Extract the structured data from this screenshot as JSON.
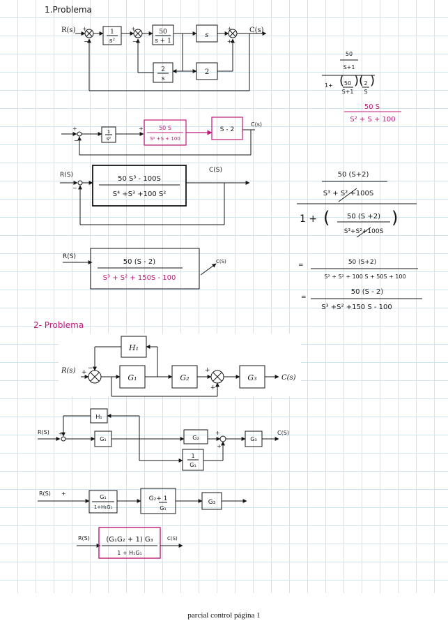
{
  "colors": {
    "ink": "#141414",
    "accent": "#c2187a",
    "grid": "#cfe3f1"
  },
  "problem1": {
    "title": "1.Problema",
    "original": {
      "input": "R(s)",
      "output": "C(s)",
      "block_inv_s2_num": "1",
      "block_inv_s2_den": "s²",
      "block_50_num": "50",
      "block_50_den": "s + 1",
      "block_s": "s",
      "block_2s_num": "2",
      "block_2s_den": "s",
      "block_2": "2"
    },
    "work_right": {
      "frac_num": "50",
      "frac_den": "S+1",
      "den_prefix": "1+",
      "den_f1_num": "50",
      "den_f1_den": "S+1",
      "den_f2_num": "2",
      "den_f2_den": "S",
      "result": "50 S",
      "result_den": "S² + S + 100"
    },
    "step2": {
      "output": "C(s)",
      "block_inv_s2_num": "1",
      "block_inv_s2_den": "s²",
      "block_50s_num": "50 S",
      "block_50s_den": "S² +S + 100",
      "block_s2": "S - 2"
    },
    "step3": {
      "input": "R(S)",
      "output": "C(S)",
      "num": "50 S³ - 100S",
      "den": "S⁴ +S³ +100 S²"
    },
    "work_mid": {
      "top_num": "50 (S+2)",
      "top_den": "S³ + S² +100S",
      "prefix": "1 +",
      "inner_num": "50 (S +2)",
      "inner_den": "S³+S²+100S"
    },
    "step4": {
      "input": "R(S)",
      "output": "C(S)",
      "num": "50 (S - 2)",
      "den": "S³ + S² + 150S - 100"
    },
    "work_bottom": {
      "eq1": "=",
      "r1_num": "50 (S+2)",
      "r1_den": "S³ + S² + 100 S + 50S + 100",
      "eq2": "=",
      "r2_num": "50 (S - 2)",
      "r2_den": "S³ +S² +150 S - 100"
    }
  },
  "problem2": {
    "title": "2- Problema",
    "original": {
      "input": "R(s)",
      "output": "C(s)",
      "H1": "H₁",
      "G1": "G₁",
      "G2": "G₂",
      "G3": "G₃"
    },
    "step2": {
      "input": "R(S)",
      "output": "C(S)",
      "H1": "H₁",
      "G1": "G₁",
      "G2": "G₂",
      "G3": "G₃",
      "inv_num": "1",
      "inv_den": "G₁"
    },
    "step3": {
      "input": "R(S)",
      "b1_num": "G₁",
      "b1_den": "1+H₁G₁",
      "b2_top": "G₂+ 1",
      "b2_den": "G₁",
      "b3": "G₃"
    },
    "step4": {
      "input": "R(S)",
      "output": "C(S)",
      "num": "(G₁G₂ + 1) G₃",
      "den": "1 + H₁G₁"
    }
  },
  "footer": "parcial control página 1"
}
